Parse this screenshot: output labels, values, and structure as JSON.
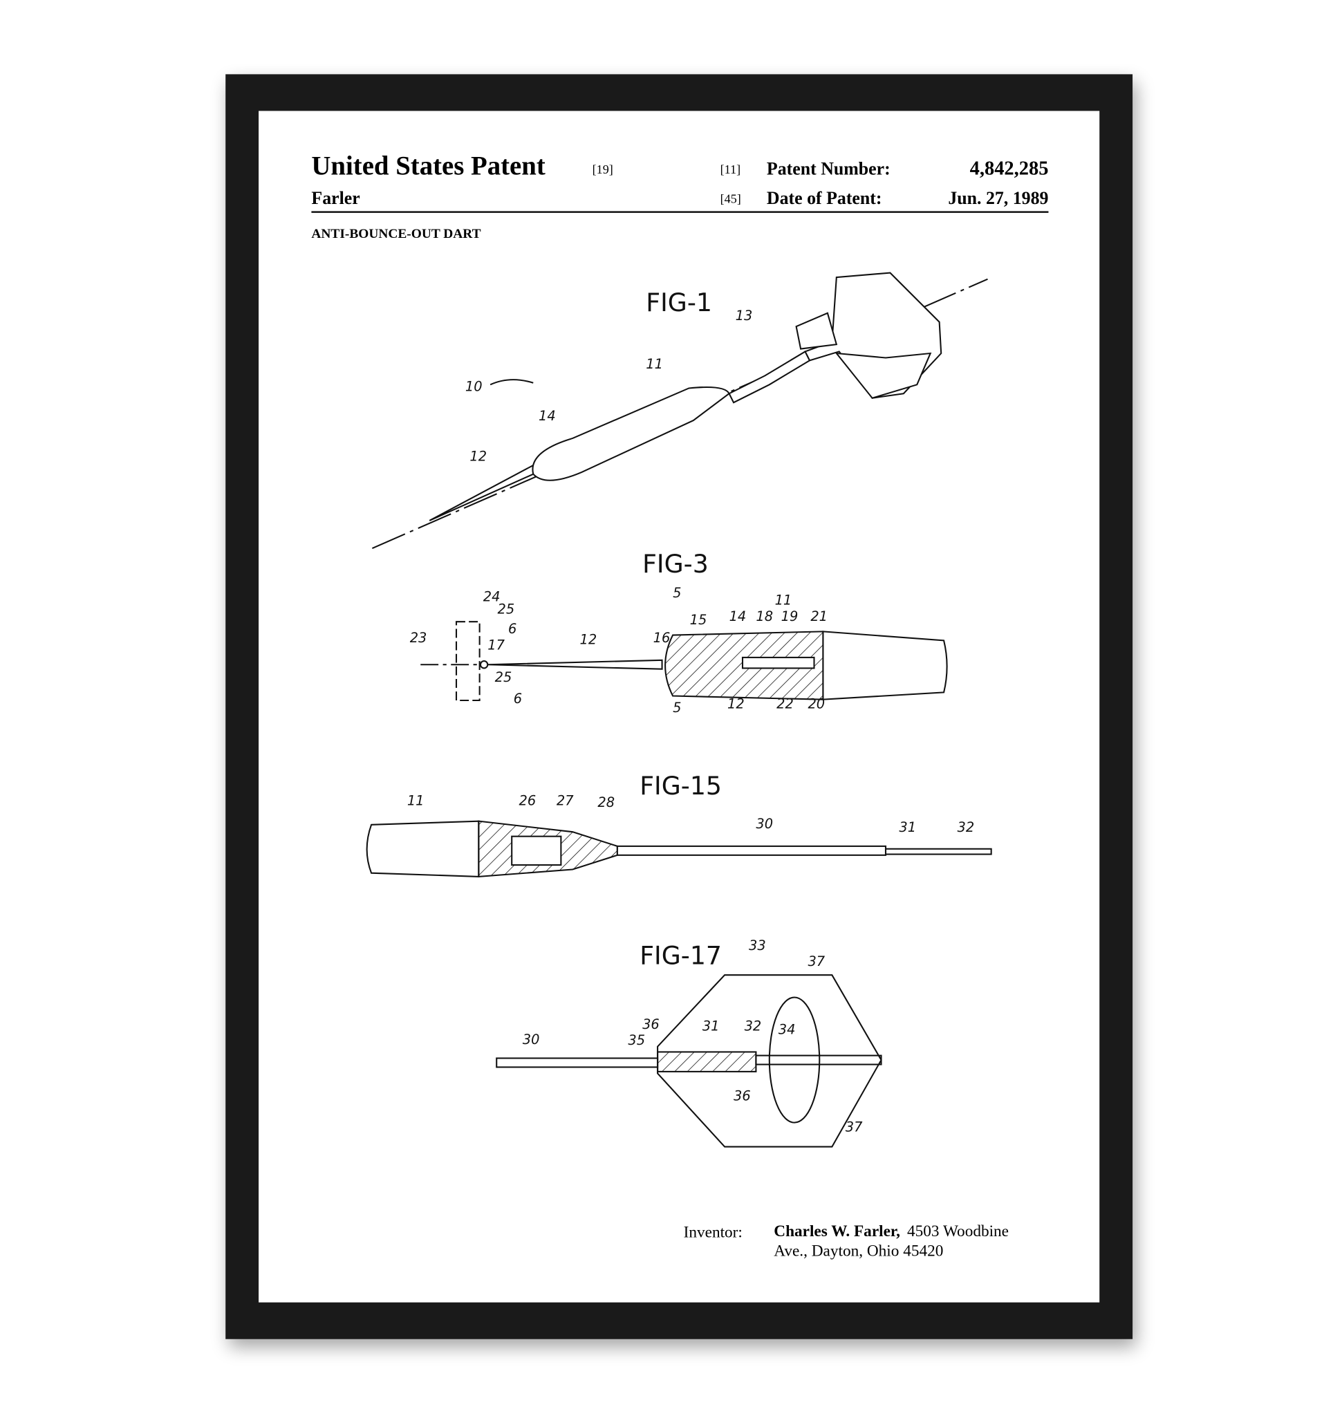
{
  "header": {
    "title": "United States Patent",
    "title_code": "[19]",
    "inventor_surname": "Farler",
    "patent_number_code": "[11]",
    "patent_number_label": "Patent Number:",
    "patent_number": "4,842,285",
    "date_code": "[45]",
    "date_label": "Date of Patent:",
    "date": "Jun. 27, 1989",
    "invention_title": "ANTI-BOUNCE-OUT DART"
  },
  "figures": {
    "fig1": {
      "title": "FIG-1",
      "labels": [
        "10",
        "11",
        "12",
        "13",
        "14"
      ]
    },
    "fig3": {
      "title": "FIG-3",
      "labels": [
        "5",
        "11",
        "14",
        "15",
        "16",
        "17",
        "18",
        "19",
        "21",
        "23",
        "24",
        "25",
        "25",
        "6",
        "6",
        "12",
        "5",
        "12",
        "22",
        "20"
      ]
    },
    "fig15": {
      "title": "FIG-15",
      "labels": [
        "11",
        "26",
        "27",
        "28",
        "30",
        "31",
        "32"
      ]
    },
    "fig17": {
      "title": "FIG-17",
      "labels": [
        "33",
        "37",
        "36",
        "35",
        "31",
        "32",
        "34",
        "30",
        "36",
        "37"
      ]
    }
  },
  "inventor": {
    "label": "Inventor:",
    "name": "Charles W. Farler,",
    "address_line1": "4503 Woodbine",
    "address_line2": "Ave., Dayton, Ohio 45420"
  },
  "colors": {
    "frame": "#1a1a1a",
    "paper": "#ffffff",
    "ink": "#111111"
  }
}
